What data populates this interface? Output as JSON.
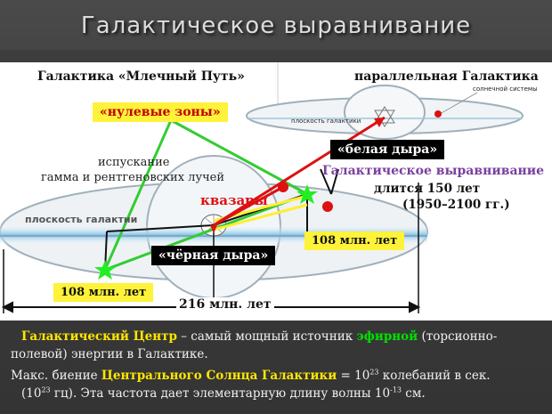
{
  "slide": {
    "title": "Галактическое выравнивание"
  },
  "diagram": {
    "galaxy_milky_way": "Галактика «Млечный Путь»",
    "galaxy_parallel": "параллельная Галактика",
    "solar_system": "солнечной системы",
    "plane_small": "плоскость галактики",
    "plane_large": "плоскость галактии",
    "zero_zones": "«нулевые зоны»",
    "emission_line1": "испускание",
    "emission_line2": "гамма и рентгеновских лучей",
    "quasars": "квазары",
    "white_hole": "«белая дыра»",
    "black_hole": "«чёрная дыра»",
    "alignment": "Галактическое выравнивание",
    "lasts": "длится 150 лет",
    "years": "(1950–2100 гг.)",
    "span_108_right": "108 млн. лет",
    "span_108_left": "108 млн. лет",
    "span_216": "216 млн. лет"
  },
  "footer": {
    "line1_a": "Галактический Центр",
    "line1_b": " – самый мощный источник ",
    "line1_c": "эфирной",
    "line1_d": " (торсионно-",
    "line2": "полевой) энергии в Галактике.",
    "line3_a": "Макс. биение ",
    "line3_b": "Центрального Солнца Галактики",
    "line3_c": " = 10",
    "line3_sup": "23",
    "line3_d": " колебаний в сек.",
    "line4_a": "(10",
    "line4_sup1": "23",
    "line4_b": " гц). Эта частота дает элементарную длину волны 10",
    "line4_sup2": "-13",
    "line4_c": " см."
  },
  "colors": {
    "green_line": "#33cc33",
    "red_line": "#dd1111",
    "yellow_line": "#ffee33",
    "galaxy_stroke": "#9fb0bb",
    "galaxy_band": "#7fbfe0"
  }
}
